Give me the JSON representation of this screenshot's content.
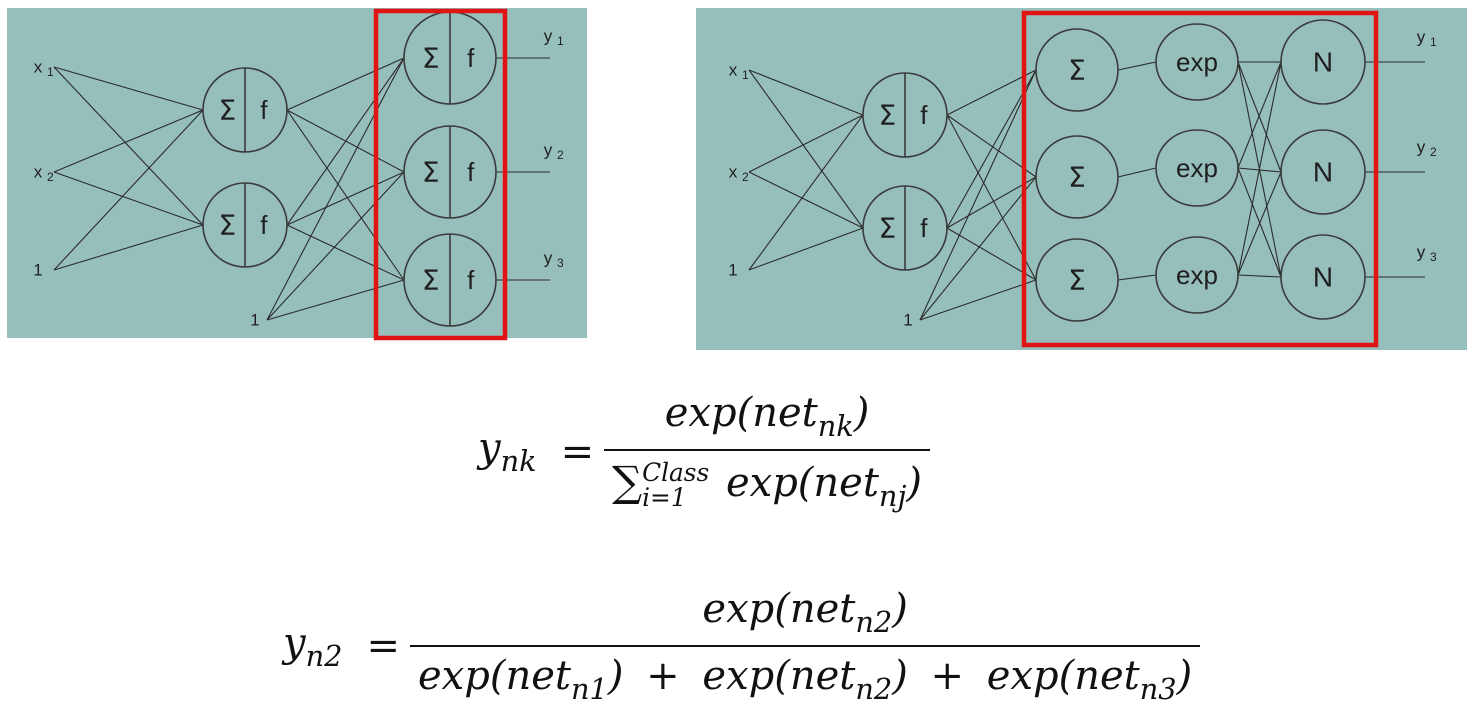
{
  "left_network": {
    "inputs": [
      "x1",
      "x2",
      "1"
    ],
    "input_labels": [
      {
        "base": "x",
        "sub": "1"
      },
      {
        "base": "x",
        "sub": "2"
      },
      {
        "base": "1",
        "sub": ""
      }
    ],
    "hidden_bias": "1",
    "hidden_nodes": [
      {
        "sum": "Σ",
        "act": "f"
      },
      {
        "sum": "Σ",
        "act": "f"
      }
    ],
    "output_nodes": [
      {
        "sum": "Σ",
        "act": "f"
      },
      {
        "sum": "Σ",
        "act": "f"
      },
      {
        "sum": "Σ",
        "act": "f"
      }
    ],
    "outputs": [
      {
        "base": "y",
        "sub": "1"
      },
      {
        "base": "y",
        "sub": "2"
      },
      {
        "base": "y",
        "sub": "3"
      }
    ]
  },
  "right_network": {
    "input_labels": [
      {
        "base": "x",
        "sub": "1"
      },
      {
        "base": "x",
        "sub": "2"
      },
      {
        "base": "1",
        "sub": ""
      }
    ],
    "hidden_bias": "1",
    "hidden_nodes": [
      {
        "sum": "Σ",
        "act": "f"
      },
      {
        "sum": "Σ",
        "act": "f"
      }
    ],
    "sum_nodes": [
      "Σ",
      "Σ",
      "Σ"
    ],
    "exp_nodes": [
      "exp",
      "exp",
      "exp"
    ],
    "norm_nodes": [
      "N",
      "N",
      "N"
    ],
    "outputs": [
      {
        "base": "y",
        "sub": "1"
      },
      {
        "base": "y",
        "sub": "2"
      },
      {
        "base": "y",
        "sub": "3"
      }
    ]
  },
  "highlight_color": "#e01414",
  "panel_color": "#96bfbb",
  "equation_general": {
    "lhs_base": "y",
    "lhs_sub": "nk",
    "equals": "=",
    "numerator_fn": "exp(net",
    "numerator_sub": "nk",
    "numerator_close": ")",
    "sum_symbol": "∑",
    "sum_upper": "Class",
    "sum_lower": "i=1",
    "denominator_fn": "exp(net",
    "denominator_sub": "nj",
    "denominator_close": ")"
  },
  "equation_specific": {
    "lhs_base": "y",
    "lhs_sub": "n2",
    "equals": "=",
    "numerator_fn": "exp(net",
    "numerator_sub": "n2",
    "numerator_close": ")",
    "terms": [
      {
        "fn": "exp(net",
        "sub": "n1",
        "close": ")"
      },
      {
        "fn": "exp(net",
        "sub": "n2",
        "close": ")"
      },
      {
        "fn": "exp(net",
        "sub": "n3",
        "close": ")"
      }
    ],
    "plus": "+"
  }
}
